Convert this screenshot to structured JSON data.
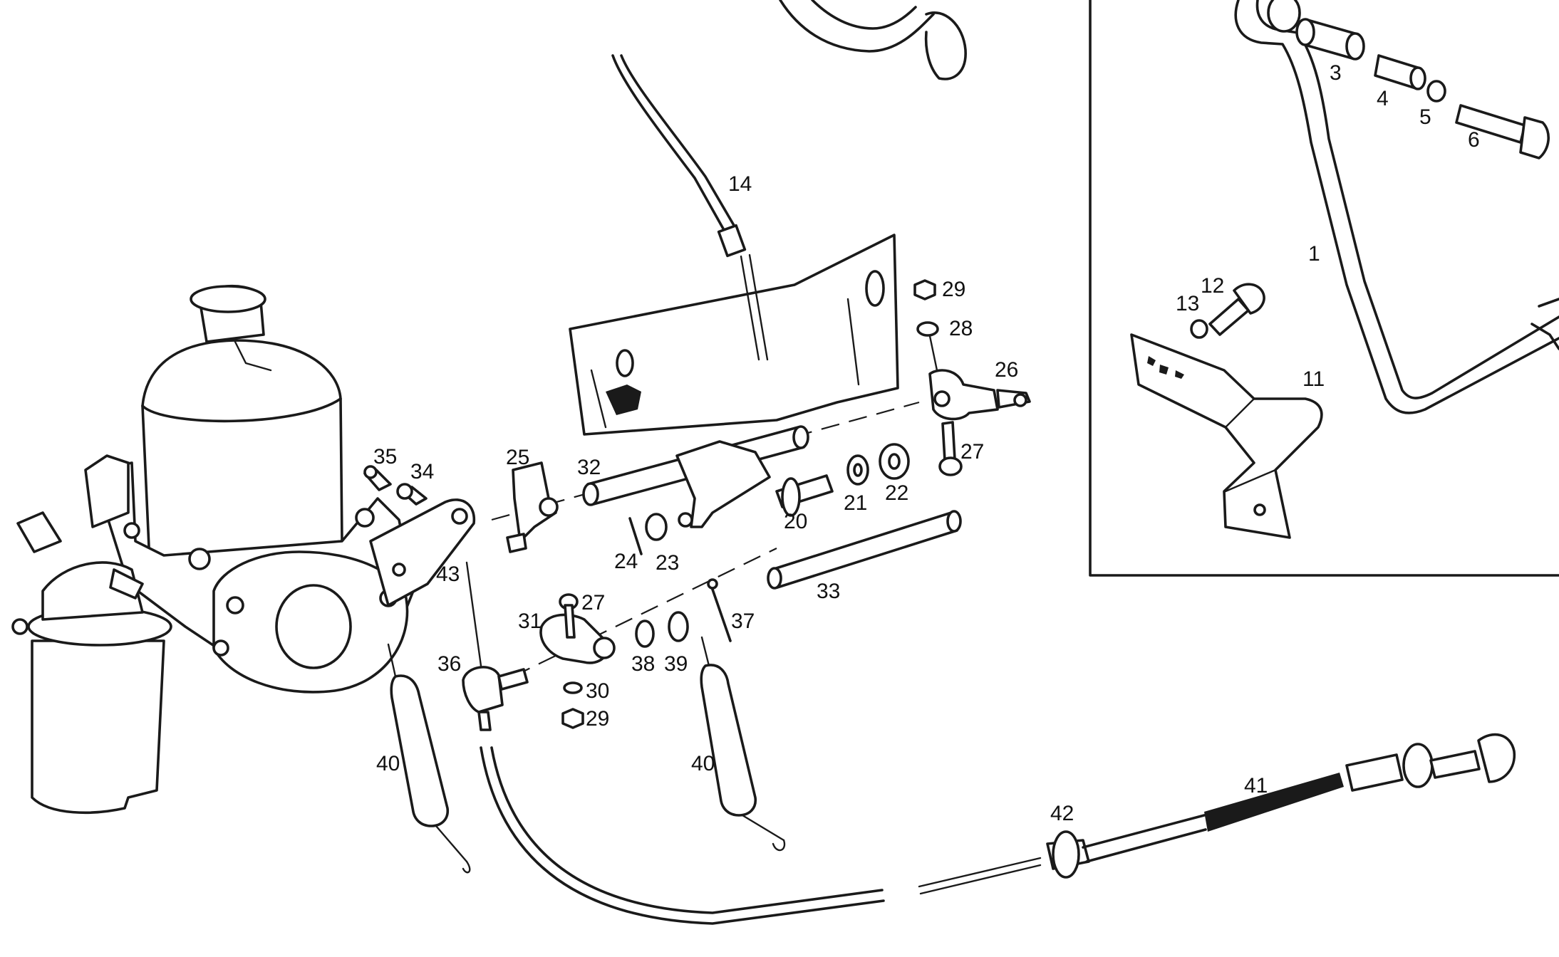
{
  "callouts": {
    "c1": "1",
    "c3": "3",
    "c4": "4",
    "c5": "5",
    "c6": "6",
    "c11": "11",
    "c12": "12",
    "c13": "13",
    "c14": "14",
    "c20": "20",
    "c21": "21",
    "c22": "22",
    "c23": "23",
    "c24": "24",
    "c25": "25",
    "c26": "26",
    "c27a": "27",
    "c27b": "27",
    "c28": "28",
    "c29a": "29",
    "c29b": "29",
    "c30": "30",
    "c31": "31",
    "c32": "32",
    "c33": "33",
    "c34": "34",
    "c35": "35",
    "c36": "36",
    "c37": "37",
    "c38": "38",
    "c39": "39",
    "c40a": "40",
    "c40b": "40",
    "c41": "41",
    "c42": "42",
    "c43": "43"
  }
}
